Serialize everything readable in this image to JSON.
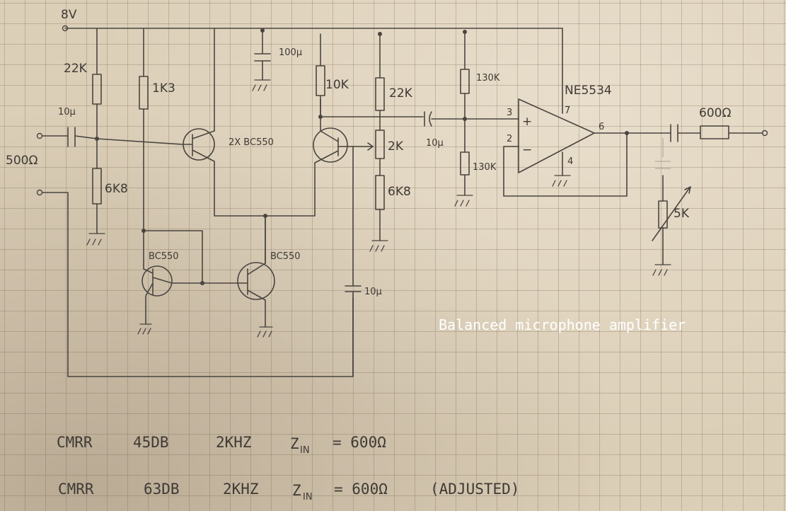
{
  "title": "Balanced microphone amplifier",
  "supply": "8V",
  "input_impedance": "500Ω",
  "opamp": {
    "name": "NE5534",
    "pin_noninv": "3",
    "pin_inv": "2",
    "pin_out": "6",
    "pin_vcc": "7",
    "pin_gnd": "4",
    "plus": "+",
    "minus": "−"
  },
  "components": {
    "r1": "22K",
    "r2": "6K8",
    "r3": "1K3",
    "r4": "10K",
    "r5": "22K",
    "pot": "2K",
    "r6": "6K8",
    "r7": "130K",
    "r8": "130K",
    "r_out": "600Ω",
    "trim": "5K",
    "c_in": "10µ",
    "c_supply": "100µ",
    "c_couple": "10µ",
    "c_bottom": "10µ",
    "pair_label": "2X BC550",
    "q3": "BC550",
    "q4": "BC550"
  },
  "notes": [
    {
      "cmrr": "CMRR",
      "db": "45DB",
      "freq": "2KHZ",
      "zin": "Z",
      "sub": "IN",
      "eq": "= 600Ω",
      "extra": ""
    },
    {
      "cmrr": "CMRR",
      "db": "63DB",
      "freq": "2KHZ",
      "zin": "Z",
      "sub": "IN",
      "eq": "= 600Ω",
      "extra": "(ADJUSTED)"
    }
  ]
}
